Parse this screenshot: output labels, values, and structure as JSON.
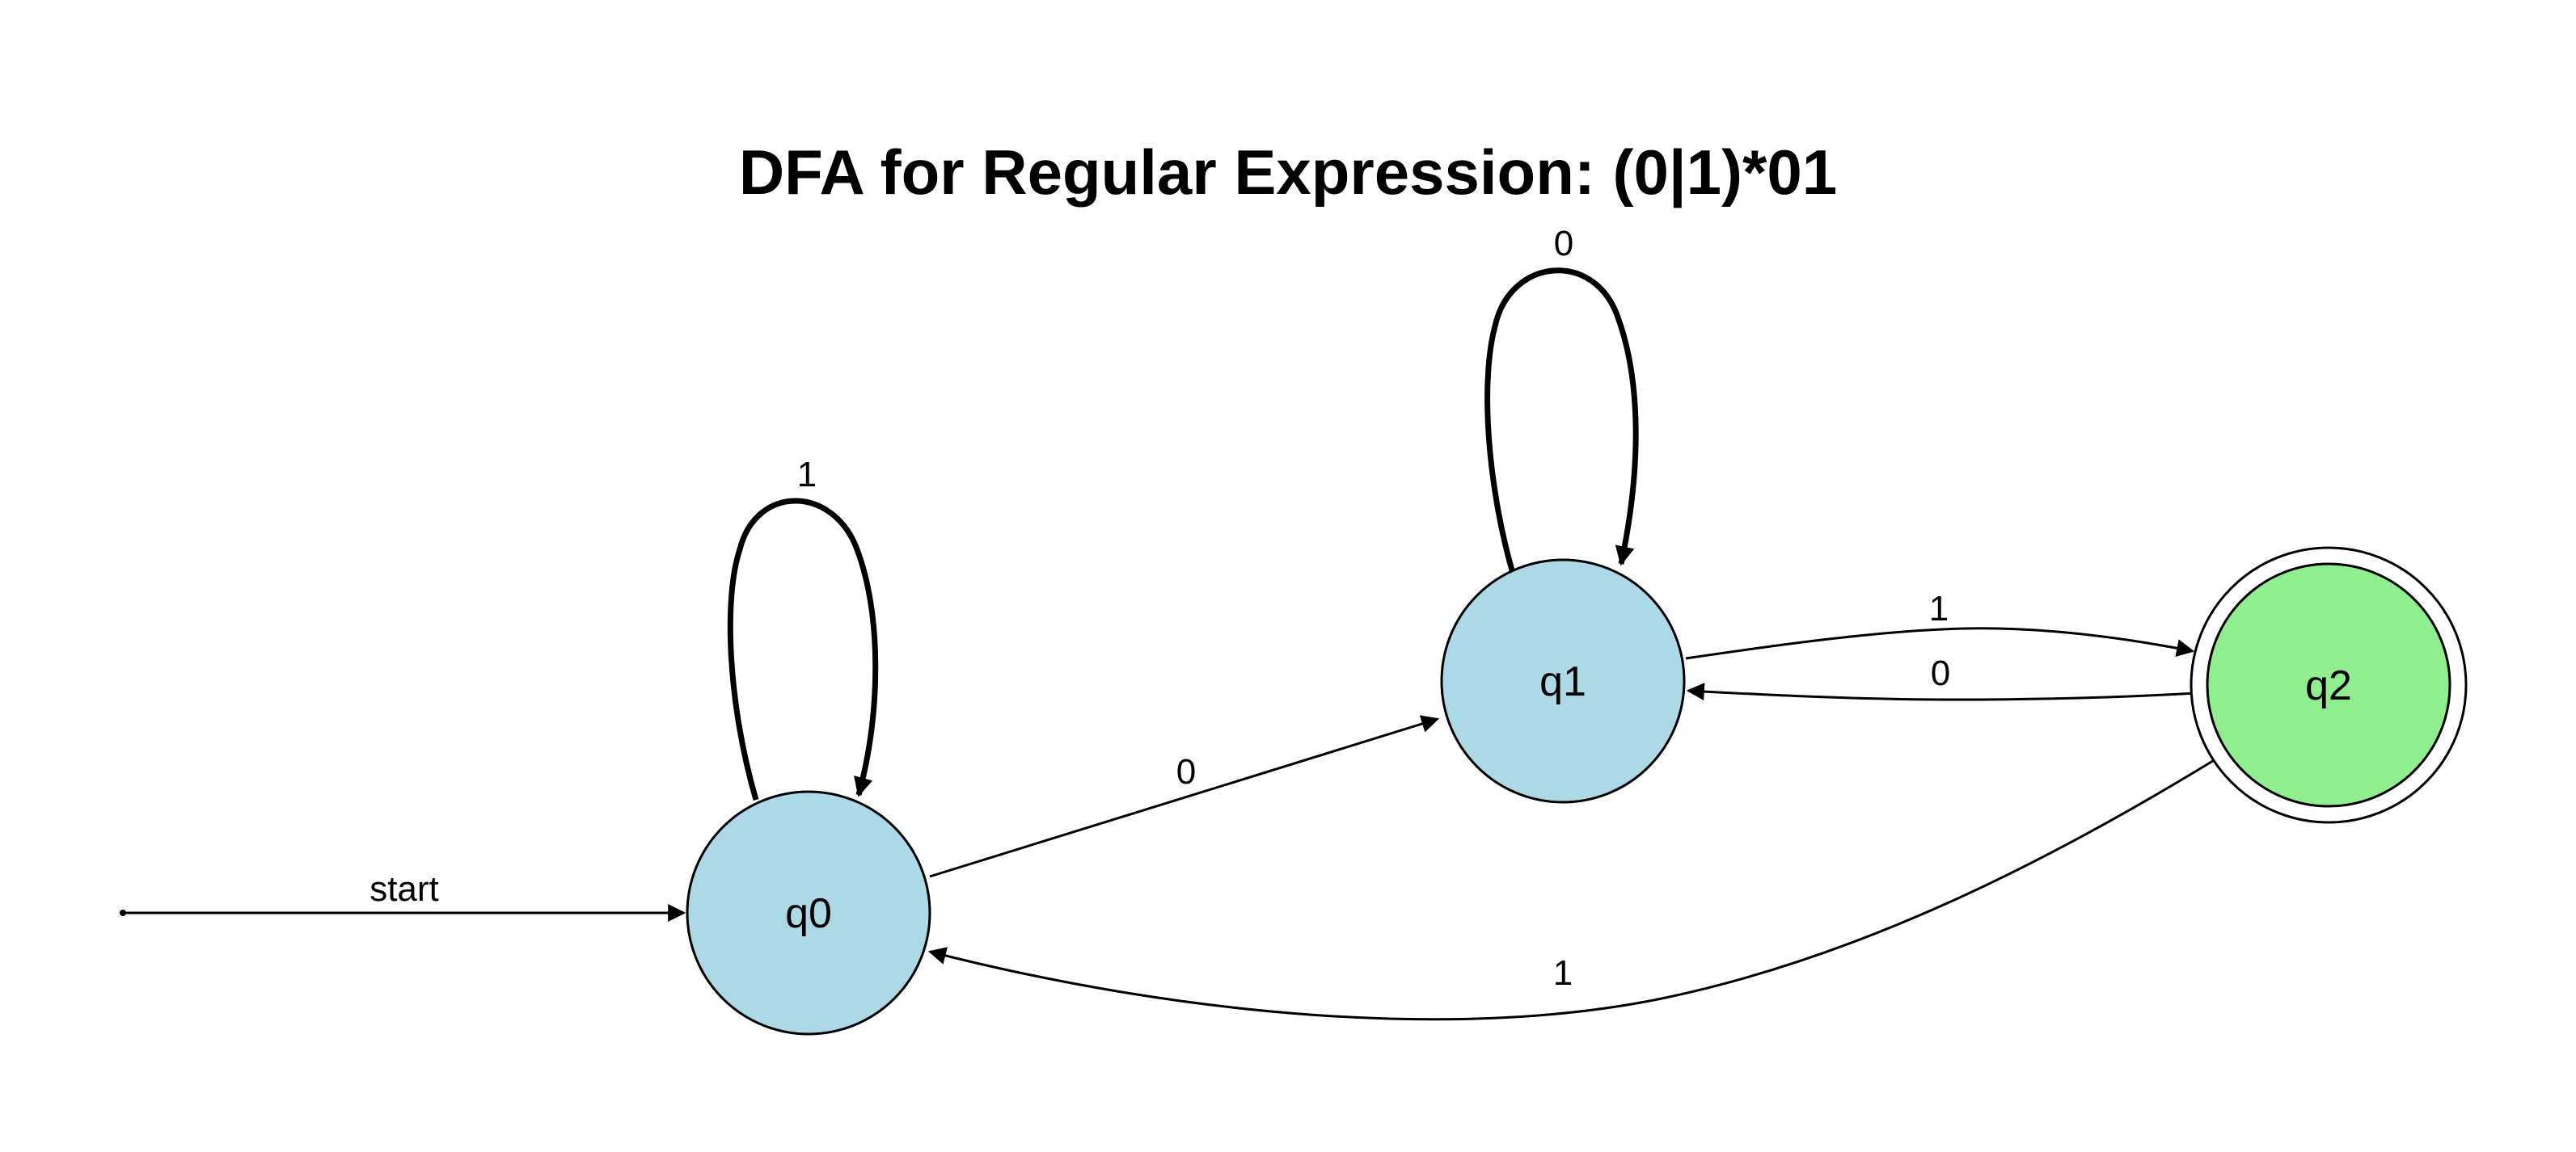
{
  "title": "DFA for Regular Expression: (0|1)*01",
  "colors": {
    "state_fill": "#add8e6",
    "accept_fill": "#90ee90",
    "stroke": "#000000"
  },
  "states": {
    "q0": {
      "label": "q0",
      "accepting": false,
      "initial": true
    },
    "q1": {
      "label": "q1",
      "accepting": false,
      "initial": false
    },
    "q2": {
      "label": "q2",
      "accepting": true,
      "initial": false
    }
  },
  "transitions": {
    "start": {
      "from": "",
      "to": "q0",
      "label": "start"
    },
    "q0_q0": {
      "from": "q0",
      "to": "q0",
      "label": "1"
    },
    "q0_q1": {
      "from": "q0",
      "to": "q1",
      "label": "0"
    },
    "q1_q1": {
      "from": "q1",
      "to": "q1",
      "label": "0"
    },
    "q1_q2": {
      "from": "q1",
      "to": "q2",
      "label": "1"
    },
    "q2_q1": {
      "from": "q2",
      "to": "q1",
      "label": "0"
    },
    "q2_q0": {
      "from": "q2",
      "to": "q0",
      "label": "1"
    }
  }
}
